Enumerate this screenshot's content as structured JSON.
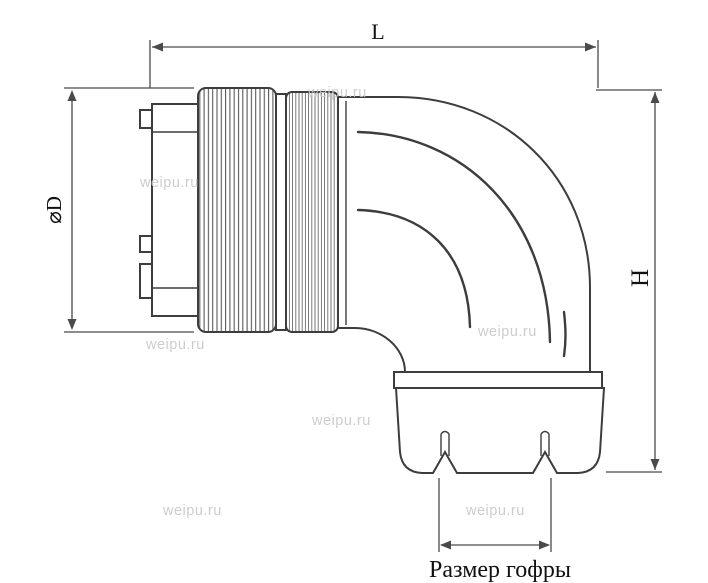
{
  "diagram": {
    "labels": {
      "length": "L",
      "diameter": "⌀D",
      "height": "H",
      "corrugation": "Размер гофры"
    },
    "watermark": "weipu.ru",
    "colors": {
      "drawing_line": "#3d3d3d",
      "dimension_line": "#4a4a4a",
      "watermark": "#c8c8c8",
      "text": "#111111",
      "background": "#ffffff"
    }
  }
}
